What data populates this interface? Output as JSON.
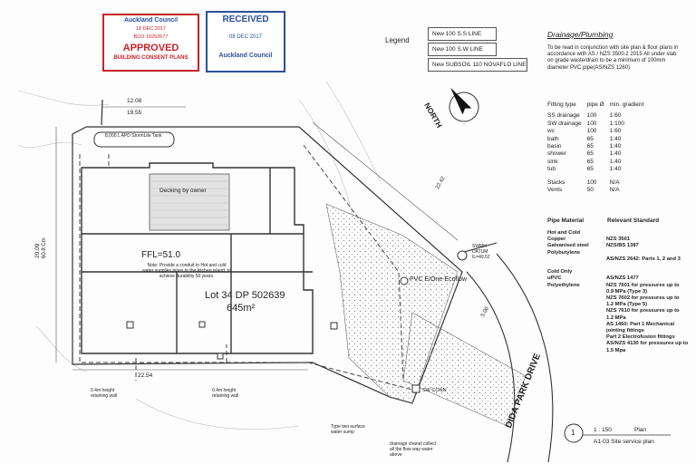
{
  "stamps": {
    "approved": {
      "council": "Auckland Council",
      "date": "18 DEC 2017",
      "bco": "BCO 10252677",
      "status": "APPROVED",
      "caption": "BUILDING CONSENT PLANS"
    },
    "received": {
      "status": "RECEIVED",
      "date": "08 DEC 2017",
      "council": "Auckland Council"
    }
  },
  "legend": {
    "title": "Legend",
    "items": [
      "New 100 S.S LINE",
      "New 100 S.W LINE",
      "New SUBSOIL 110 NOVAFLO LINE"
    ]
  },
  "north_label": "NORTH",
  "drainage": {
    "heading": "Drainage/Plumbing",
    "note": "To be read in conjunction with site plan & floor plans in accordance with AS / NZS 3500.2 2015 All under slab on grade waste/drain to be a minimum of 100mm diameter PVC pipe(AS/NZS 1260)",
    "fitting_headers": [
      "Fitting type",
      "pipe Ø",
      "min. gradient"
    ],
    "fittings": [
      [
        "SS drainage",
        "100",
        "1:60"
      ],
      [
        "SW drainage",
        "100",
        "1:100"
      ],
      [
        "wc",
        "100",
        "1:60"
      ],
      [
        "bath",
        "65",
        "1:40"
      ],
      [
        "basin",
        "65",
        "1:40"
      ],
      [
        "shower",
        "65",
        "1:40"
      ],
      [
        "sink",
        "65",
        "1:40"
      ],
      [
        "tub",
        "65",
        "1:40"
      ]
    ],
    "extras": [
      [
        "Stacks",
        "100",
        "N/A"
      ],
      [
        "Vents",
        "50",
        "N/A"
      ]
    ],
    "material_headers": [
      "Pipe Material",
      "Relevant Standard"
    ],
    "materials_names": "Hot and Cold\nCopper\nGalvanised steel\nPolybutylene\n\n\nCold Only\nuPVC\nPolyethylene",
    "materials_standards": "\nNZS 3501\nNZS/BS 1387\n\nAS/NZS 2642: Parts 1, 2 and 3\n\n\nAS/NZS 1477\nNZS 7601 for pressures up to\n0.9 MPa (Type 3)\nNZS 7602 for pressures up to\n1.2 MPa (Type 5)\nNZS 7610 for pressures up to\n1.2 MPa\nAS 1460: Part 1 Mechanical\njointing fittings\nPart 2 Electrofusion fittings\nAS/NZS 4130 for pressures up to\n1.5 Mpa"
  },
  "site": {
    "lot_label": "Lot 34 DP 502639",
    "area": "645m²",
    "ffl": "FFL=51.0",
    "conduit_note": "Note: Provide a conduit to Hot and cold water supplies pipes to the kitchen island, to achieve durability 50 years.",
    "decking": "Decking by owner",
    "tank": "8,000 L APD StormLite Tank",
    "pvc": "PVC E/One-Ecoflow",
    "swmh": "SWMH\nDATUM\nIL=49.52",
    "sw_conn": "SW CONN",
    "retaining_1": "0.4m height retaining wall",
    "retaining_2": "0.4m height retaining wall",
    "water_sump": "Type two surface water sump",
    "drainage_channel": "drainage chanel collect all the flow way water above",
    "street": "DIDA PARK DRIVE",
    "dimensions": [
      "12.08",
      "19.55",
      "20.09",
      "60.8 Cm",
      "22.54",
      "22.42",
      "5.00"
    ]
  },
  "title_block": {
    "number": "1",
    "scale": "1 : 150",
    "title": "Plan",
    "sheet": "A1-03 Site service plan"
  }
}
